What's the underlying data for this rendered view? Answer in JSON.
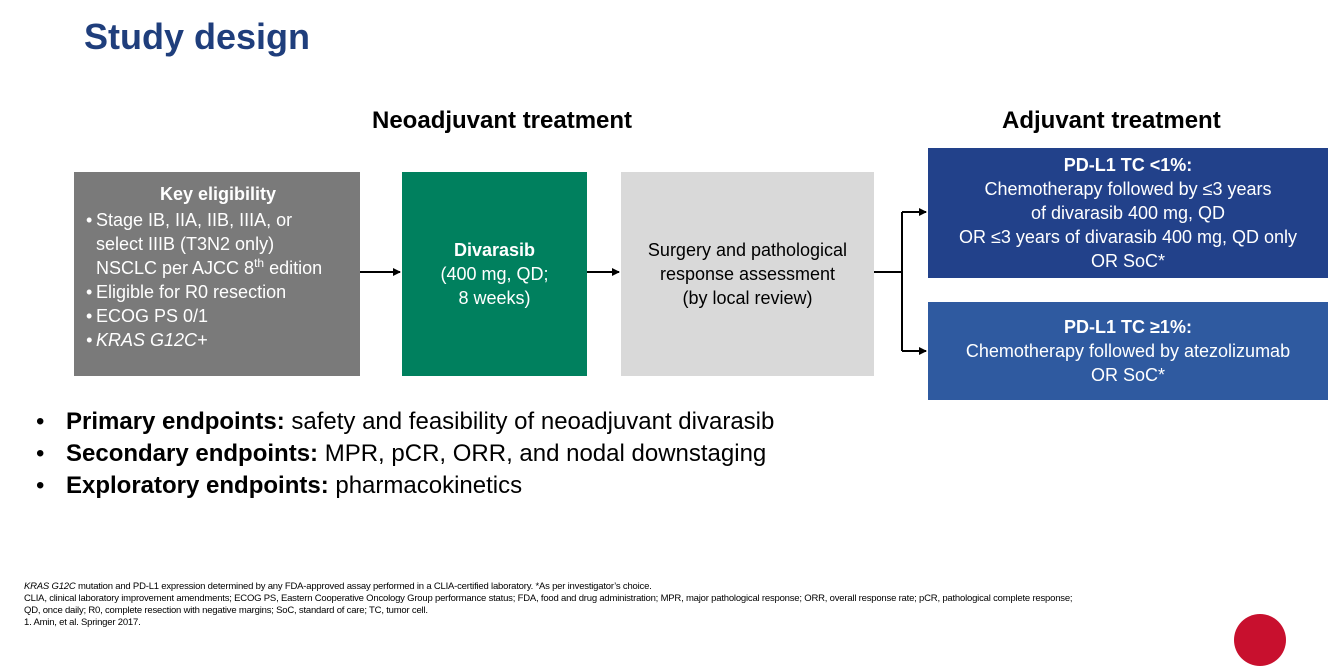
{
  "title": "Study design",
  "sections": {
    "neoadjuvant": "Neoadjuvant treatment",
    "adjuvant": "Adjuvant treatment"
  },
  "eligibility": {
    "heading": "Key eligibility",
    "items": [
      "Stage IB, IIA, IIB, IIIA, or",
      "select IIIB (T3N2 only)",
      "NSCLC per AJCC 8",
      "th",
      " edition",
      "Eligible for R0 resection",
      "ECOG PS 0/1",
      "KRAS G12C+"
    ]
  },
  "drug": {
    "name": "Divarasib",
    "line1": "(400 mg, QD;",
    "line2": "8 weeks)"
  },
  "surgery": {
    "line1": "Surgery and pathological",
    "line2": "response assessment",
    "line3": "(by local review)"
  },
  "adjuvant_arms": [
    {
      "heading": "PD-L1 TC <1%:",
      "line1": "Chemotherapy followed by ≤3 years",
      "line2": "of divarasib 400 mg, QD",
      "line3": "OR ≤3 years of divarasib 400 mg, QD only",
      "line4": "OR SoC*"
    },
    {
      "heading": "PD-L1 TC ≥1%:",
      "line1": "Chemotherapy followed by atezolizumab",
      "line2": "OR SoC*"
    }
  ],
  "endpoints": [
    {
      "label": "Primary endpoints:",
      "text": " safety and feasibility of neoadjuvant divarasib"
    },
    {
      "label": "Secondary endpoints:",
      "text": " MPR, pCR, ORR, and nodal downstaging"
    },
    {
      "label": "Exploratory endpoints:",
      "text": " pharmacokinetics"
    }
  ],
  "bullet": "•",
  "footnotes": {
    "line1_italic": "KRAS G12C",
    "line1_rest": " mutation and PD-L1 expression determined by any FDA-approved assay performed in a CLIA-certified laboratory. *As per investigator’s choice.",
    "line2": "CLIA, clinical laboratory improvement amendments; ECOG PS, Eastern Cooperative Oncology Group performance status; FDA, food and drug administration; MPR, major pathological response; ORR, overall response rate; pCR, pathological complete response;",
    "line3": "QD, once daily; R0, complete resection with negative margins; SoC, standard of care; TC, tumor cell.",
    "line4": "1. Amin, et al. Springer 2017."
  },
  "colors": {
    "title": "#1f3e7c",
    "eligibility_box": "#7a7a7a",
    "drug_box": "#00805e",
    "surgery_box": "#d9d9d9",
    "adjuvant_arm_1": "#22418a",
    "adjuvant_arm_2": "#2f5aa0",
    "logo": "#c8102e"
  },
  "icons": {
    "arrow": "arrow-right-icon",
    "logo": "brand-logo-icon"
  }
}
